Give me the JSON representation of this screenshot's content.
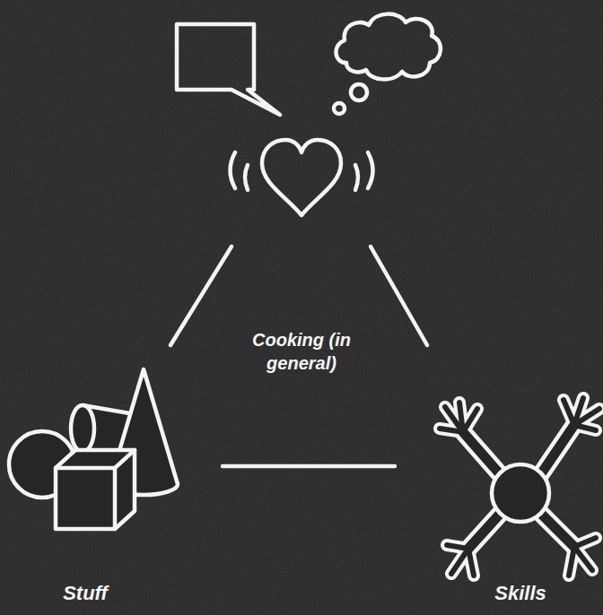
{
  "diagram": {
    "nodes": [
      {
        "text": [
          "Stuff"
        ]
      },
      {
        "text": [
          "Skills"
        ]
      }
    ],
    "edges": [
      {
        "from": 0,
        "to": 1,
        "arrow": "none"
      }
    ],
    "labels": [
      "Cooking (in general)"
    ]
  }
}
